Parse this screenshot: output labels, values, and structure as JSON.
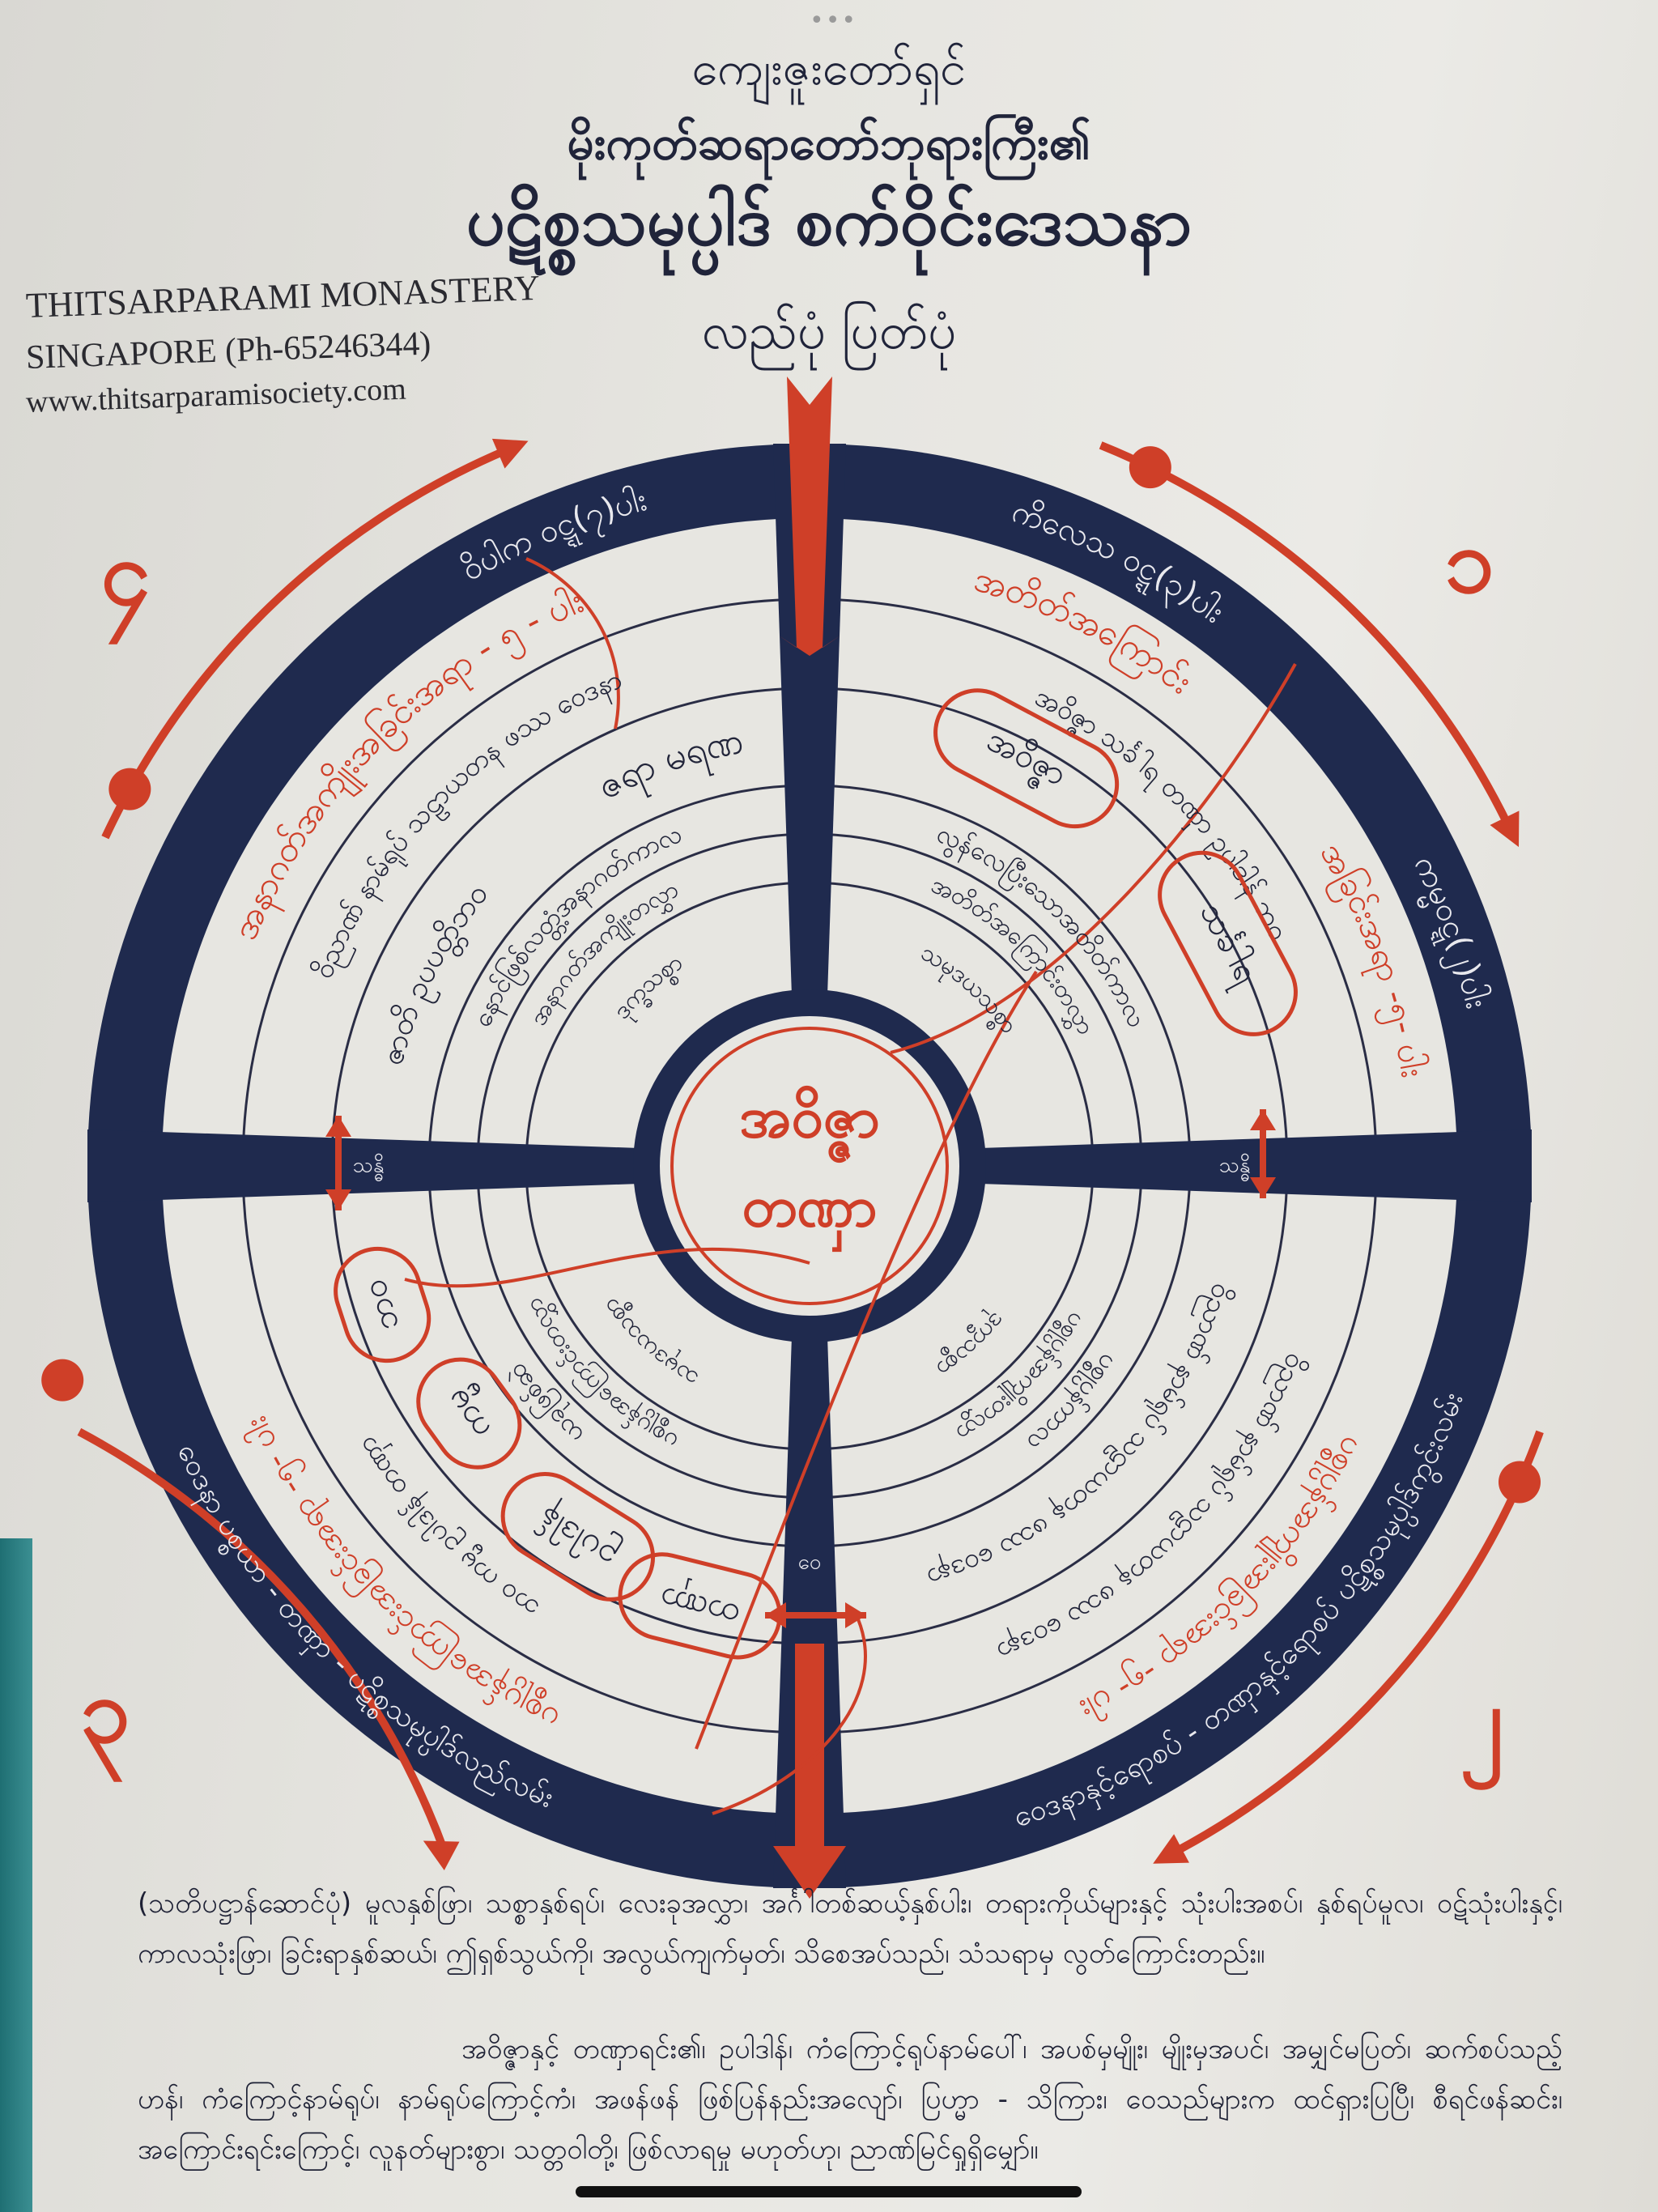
{
  "header": {
    "line1": "ကျေးဇူးတော်ရှင်",
    "line2": "မိုးကုတ်ဆရာတော်ဘုရားကြီး၏",
    "title": "ပဋိစ္စသမုပ္ပါဒ် စက်ဝိုင်းဒေသနာ",
    "subtitle": "လည်ပုံ ပြတ်ပုံ",
    "menu_dots": "•••"
  },
  "org": {
    "name": "THITSARPARAMI MONASTERY",
    "location_phone": "SINGAPORE (Ph-65246344)",
    "website": "www.thitsarparamisociety.com"
  },
  "wheel": {
    "center": {
      "line1": "အဝိဇ္ဇာ",
      "line2": "တဏှာ"
    },
    "quadrant_numbers": [
      "၁",
      "၂",
      "၃",
      "၄"
    ],
    "spokes": {
      "left": "သန္ဓိ",
      "right": "သန္ဓိ",
      "bottom": "ဝေ"
    },
    "q1": {
      "ring_label_a": "ကိလေသ ဝဋ္ဋ(၃)ပါး",
      "ring_label_b": "ကမ္မဝဋ္ဋ(၂)ပါး",
      "red_a": "အတိတ်အကြောင်း",
      "red_b": "အခြင်းအရာ -၅- ပါး",
      "factors": "အဝိဇ္ဇာ   သင်္ခါရ   တဏှာ   ဥပါဒါန်   ဘဝ",
      "ovals": [
        "အဝိဇ္ဇာ",
        "သင်္ခါရ"
      ],
      "period": "လွန်လေပြီးသောအတိတ်ကာလ",
      "layer": "အတိတ်အကြောင်းတလွှာ",
      "truth": "သမုဒယသစ္စာ"
    },
    "q2": {
      "ring_label": "ဝေဒနာနှင့်ရောစပ် - တဏှာနှင့်ရောစပ် ပဋိစ္စသမုပ္ပါဒ်ကွင်းလမ်း",
      "red": "ပစ္စုပ္ပန်အကျိုးအခြင်းအရာ -၅- ပါး",
      "factors_outer": "ဝိညာဏ်   နာမ်ရုပ်   သဠာယတန   ဖဿ   ဝေဒနာ",
      "factors_inner": "ဝိညာဏ်   နာမ်ရုပ်   သဠာယတန   ဖဿ   ဝေဒနာ",
      "period": "ပစ္စုပ္ပန်ကာလ",
      "layer": "ပစ္စုပ္ပန်အကျိုးတလွှာ",
      "truth": "ဒုက္ခသစ္စာ"
    },
    "q3": {
      "ring_label": "ဝေဒနာ ပစ္စယာ - တဏှာ - ပဋိစ္စသမုပ္ပါဒ်လည်လမ်း",
      "red": "ပစ္စုပ္ပန်အကြောင်းအခြင်းအရာ -၅- ပါး",
      "factors": "ဘဝ   ကမ္မ   ဥပါဒါန်   တဏှာ",
      "ovals": [
        "ဘဝ",
        "ကမ္မ",
        "ဥပါဒါန်",
        "တဏှာ"
      ],
      "period": "ယခုဖြစ်ဆဲ",
      "layer": "ပစ္စုပ္ပန်အကြောင်းတလွှာ",
      "truth": "သမုဒယသစ္စာ"
    },
    "q4": {
      "ring_label": "ဝိပါက ဝဋ္ဋ(၇)ပါး",
      "red": "အနာဂတ်အကျိုးအခြင်းအရာ - ၅ - ပါး",
      "factors": "ဝိညာဏ်   နာမ်ရုပ်   သဠာယတန   ဖဿ   ဝေဒနာ",
      "birth": "ဇာတိ ဥပပတ္တိဘဝ",
      "aging": "ဇရာ မရဏ",
      "period": "နောင်ဖြစ်လတ္တံ့အနာဂတ်ကာလ",
      "layer": "အနာဂတ်အကျိုးတလွှာ",
      "truth": "ဒုက္ခသစ္စာ"
    }
  },
  "notes": {
    "paragraph1": "(သတိပဋ္ဌာန်ဆောင်ပုံ) မူလနှစ်ဖြာ၊ သစ္စာနှစ်ရပ်၊ လေးခုအလွှာ၊ အင်္ဂါတစ်ဆယ့်နှစ်ပါး၊ တရားကိုယ်များနှင့် သုံးပါးအစပ်၊ နှစ်ရပ်မူလ၊ ဝဋ်သုံးပါးနှင့်၊ ကာလသုံးဖြာ၊ ခြင်းရာနှစ်ဆယ်၊ ဤရှစ်သွယ်ကို၊ အလွယ်ကျက်မှတ်၊ သိစေအပ်သည်၊ သံသရာမှ လွတ်ကြောင်းတည်း။",
    "paragraph2": "အဝိဇ္ဇာနှင့် တဏှာရင်း၏၊ ဥပါဒါန်၊ ကံကြောင့်ရုပ်နာမ်ပေါ်၊ အပစ်မှမျိုး၊ မျိုးမှအပင်၊ အမျှင်မပြတ်၊ ဆက်စပ်သည့်ဟန်၊ ကံကြောင့်နာမ်ရုပ်၊ နာမ်ရုပ်ကြောင့်ကံ၊ အဖန်ဖန် ဖြစ်ပြန်နည်းအလျော်၊ ပြဟ္မာ - သိကြား၊ ဝေသည်များက ထင်ရှားပြပြီ၊ စီရင်ဖန်ဆင်း၊ အကြောင်းရင်းကြောင့်၊ လူနတ်များစွာ၊ သတ္တဝါတို့၊ ဖြစ်လာရမှု မဟုတ်ဟု၊ ညာဏ်မြင်ရှုရှိမျှော်။"
  },
  "colors": {
    "navy": "#1f2a4e",
    "red": "#cf3f28",
    "paper": "#e7e6e1"
  }
}
